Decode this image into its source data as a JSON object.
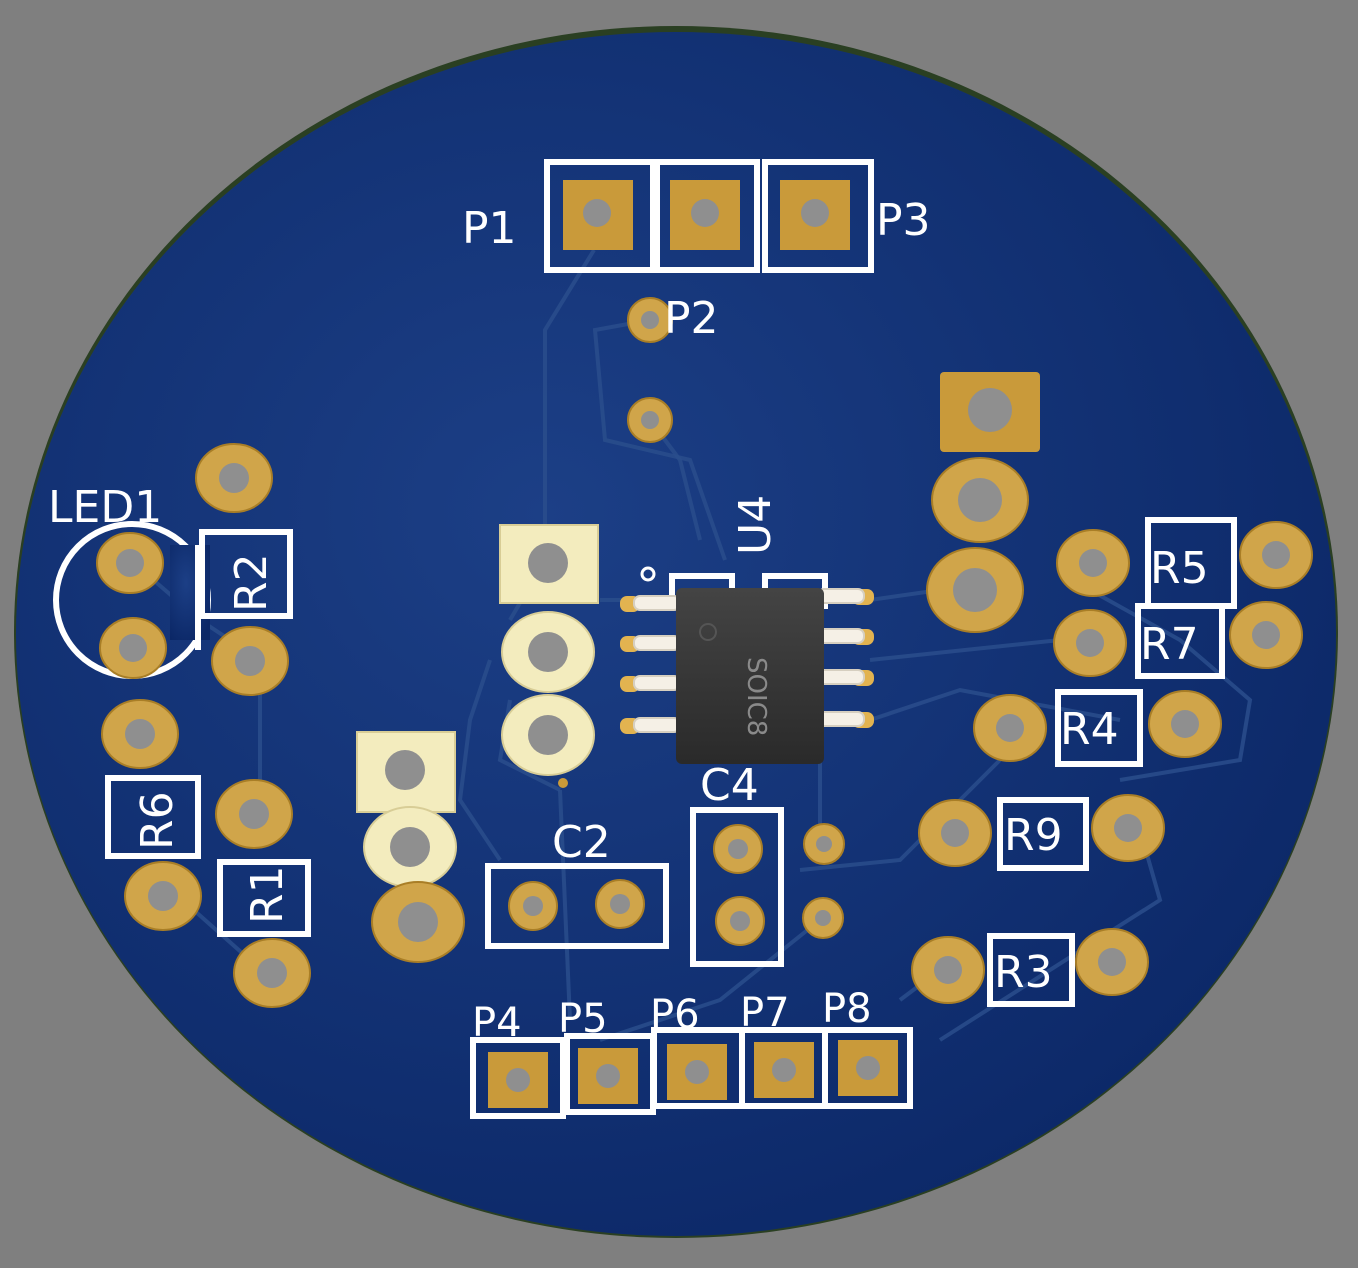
{
  "board": {
    "colors": {
      "background": "#7f7f7f",
      "board": "#0f2f6f",
      "silkscreen": "#ffffff",
      "pad": "#c99a3a",
      "chip": "#333333"
    }
  },
  "labels": {
    "p1": "P1",
    "p2": "P2",
    "p3": "P3",
    "p4": "P4",
    "p5": "P5",
    "p6": "P6",
    "p7": "P7",
    "p8": "P8",
    "led1": "LED1",
    "r1": "R1",
    "r2": "R2",
    "r3": "R3",
    "r4": "R4",
    "r5": "R5",
    "r6": "R6",
    "r7": "R7",
    "r9": "R9",
    "c2": "C2",
    "c4": "C4",
    "u4": "U4"
  },
  "chip": {
    "package": "SOIC8"
  }
}
